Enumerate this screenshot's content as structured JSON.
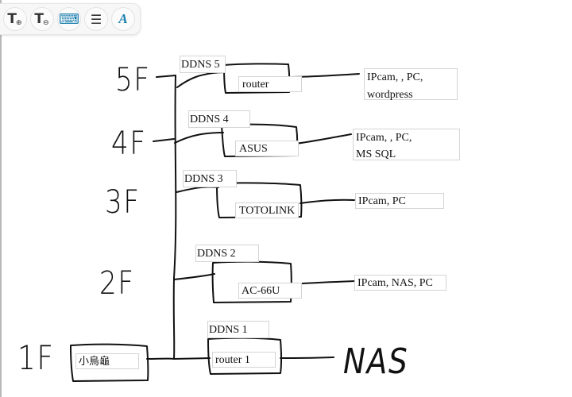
{
  "toolbar": {
    "items": [
      {
        "icon": "text-add-icon",
        "glyph": "T"
      },
      {
        "icon": "text-remove-icon",
        "glyph": "T"
      },
      {
        "icon": "keyboard-icon",
        "glyph": "⌨"
      },
      {
        "icon": "menu-icon",
        "glyph": "☰"
      },
      {
        "icon": "font-style-icon",
        "glyph": "A"
      }
    ],
    "accent_color": "#1a7fb0"
  },
  "floors": {
    "f5": "5F",
    "f4": "4F",
    "f3": "3F",
    "f2": "2F",
    "f1": "1F"
  },
  "ddns": {
    "d5": "DDNS 5",
    "d4": "DDNS 4",
    "d3": "DDNS 3",
    "d2": "DDNS 2",
    "d1": "DDNS 1"
  },
  "routers": {
    "r5": "router",
    "r4": "ASUS",
    "r3": "TOTOLINK",
    "r2": "AC-66U",
    "r1": "router 1"
  },
  "devices": {
    "dev5_line1": "IPcam, , PC,",
    "dev5_line2": "wordpress",
    "dev4_line1": "IPcam, , PC,",
    "dev4_line2": "MS SQL",
    "dev3": "IPcam,  PC",
    "dev2": "IPcam, NAS, PC",
    "dev1": "NAS"
  },
  "source": "小烏龜"
}
